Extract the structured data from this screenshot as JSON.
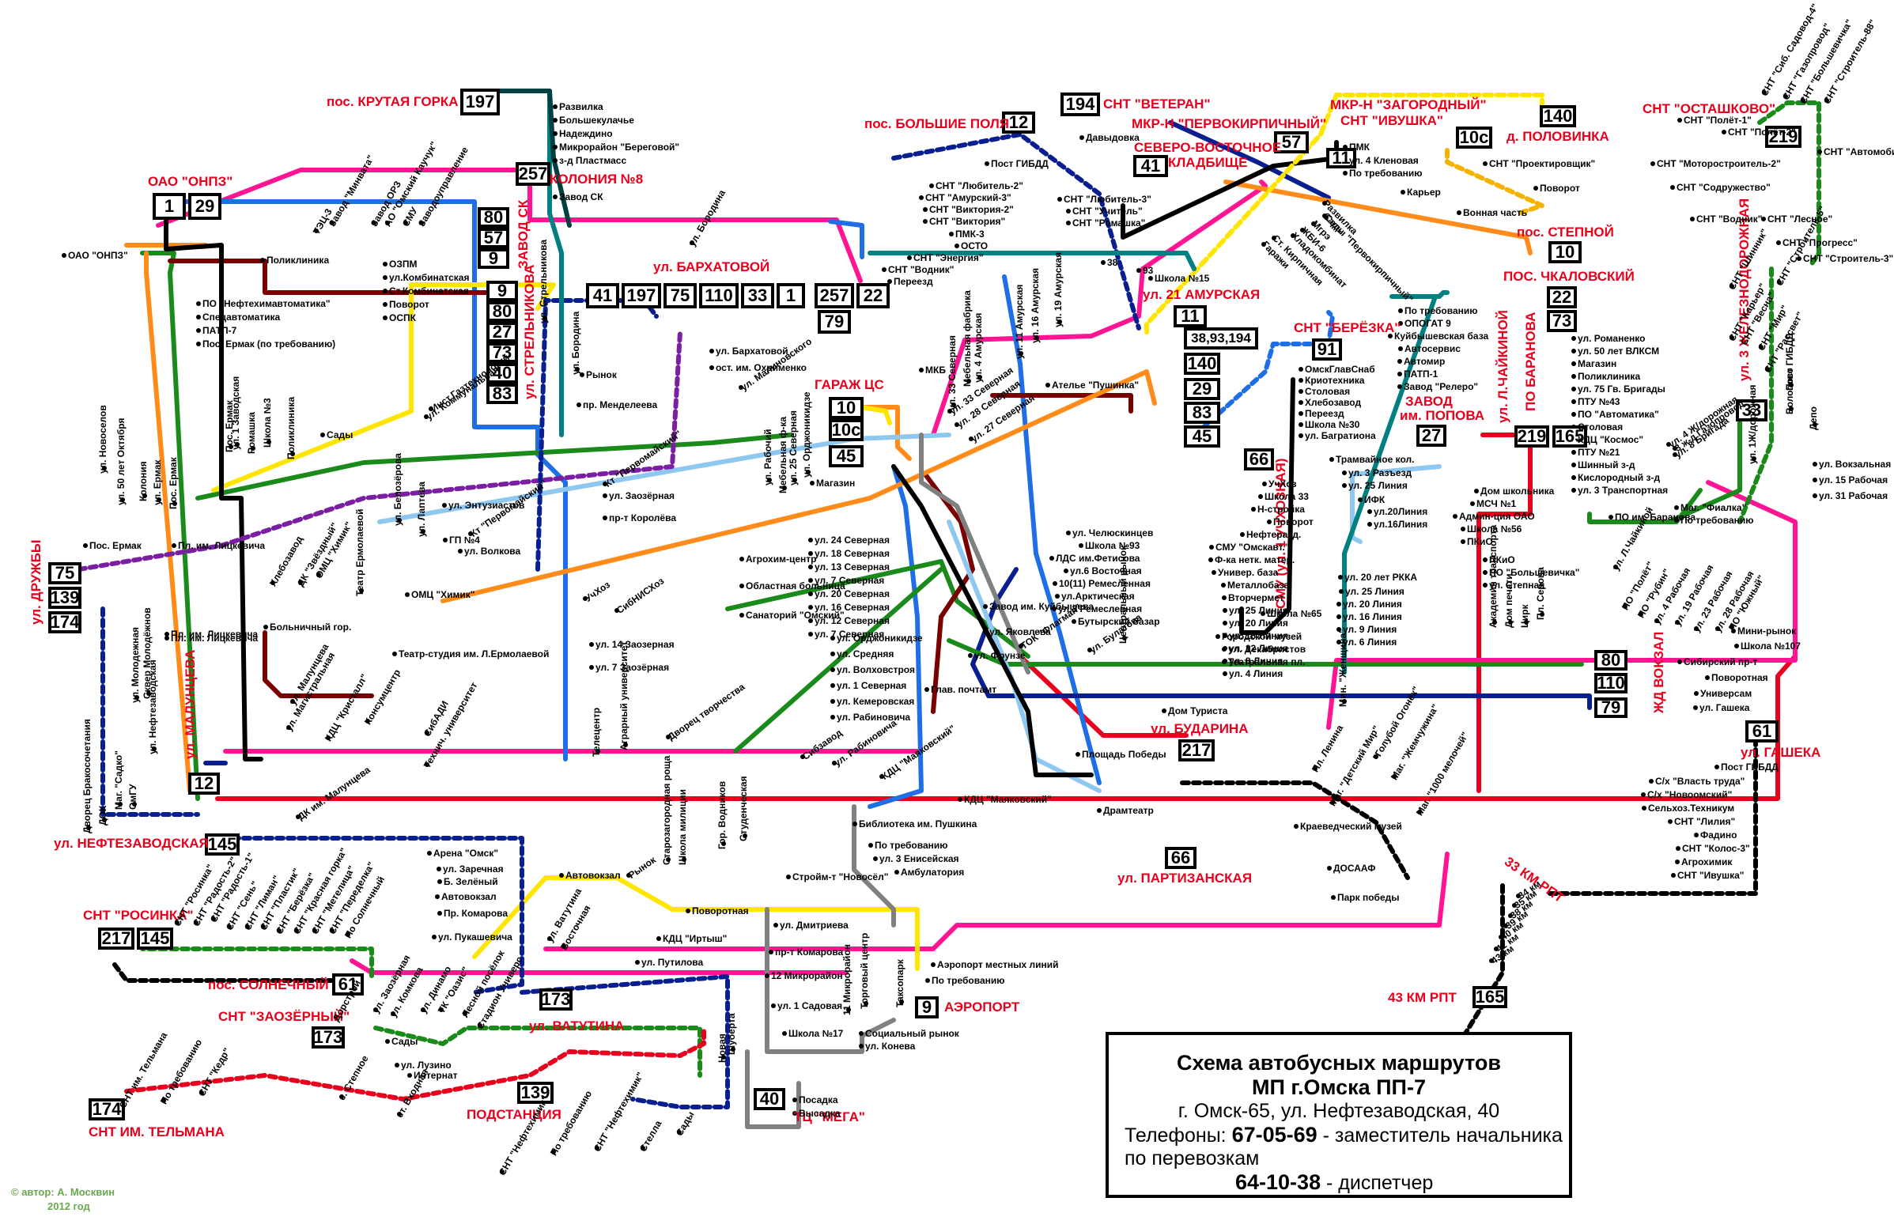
{
  "colors": {
    "red": "#e8001c",
    "pink": "#ff1493",
    "blue": "#1e6fe6",
    "navy": "#0a1f8f",
    "green": "#1a8a1a",
    "darkred": "#7a0000",
    "orange": "#ff8c1a",
    "yellow": "#ffe600",
    "lightblue": "#8ec8f0",
    "black": "#000000",
    "purple": "#7b1fa2",
    "teal": "#008080",
    "gray": "#808080",
    "amber": "#f5b300"
  },
  "title_block": {
    "line1": "Схема автобусных маршрутов",
    "line2": "МП г.Омска ПП-7",
    "line3": "г. Омск-65, ул. Нефтезаводская, 40",
    "phones_label": "Телефоны:",
    "phone1": "67-05-69",
    "phone1_desc": " - заместитель начальника по перевозкам",
    "phone2": "64-10-38",
    "phone2_desc": " - диспетчер"
  },
  "credit": {
    "author": "© автор: А. Москвин",
    "year": "2012 год"
  },
  "route_boxes": [
    {
      "t": "1"
    },
    {
      "t": "29"
    },
    {
      "t": "197"
    },
    {
      "t": "257"
    },
    {
      "t": "80"
    },
    {
      "t": "57"
    },
    {
      "t": "9"
    },
    {
      "t": "9"
    },
    {
      "t": "80"
    },
    {
      "t": "27"
    },
    {
      "t": "73"
    },
    {
      "t": "40"
    },
    {
      "t": "83"
    },
    {
      "t": "41"
    },
    {
      "t": "197"
    },
    {
      "t": "75"
    },
    {
      "t": "110"
    },
    {
      "t": "33"
    },
    {
      "t": "1"
    },
    {
      "t": "257"
    },
    {
      "t": "22"
    },
    {
      "t": "79"
    },
    {
      "t": "10"
    },
    {
      "t": "10с"
    },
    {
      "t": "45"
    },
    {
      "t": "194"
    },
    {
      "t": "12"
    },
    {
      "t": "41"
    },
    {
      "t": "57"
    },
    {
      "t": "11"
    },
    {
      "t": "10с"
    },
    {
      "t": "140"
    },
    {
      "t": "10"
    },
    {
      "t": "11"
    },
    {
      "t": "38,93,194"
    },
    {
      "t": "140"
    },
    {
      "t": "29"
    },
    {
      "t": "83"
    },
    {
      "t": "45"
    },
    {
      "t": "91"
    },
    {
      "t": "66"
    },
    {
      "t": "27"
    },
    {
      "t": "22"
    },
    {
      "t": "73"
    },
    {
      "t": "219"
    },
    {
      "t": "165"
    },
    {
      "t": "219"
    },
    {
      "t": "33"
    },
    {
      "t": "75"
    },
    {
      "t": "139"
    },
    {
      "t": "174"
    },
    {
      "t": "12"
    },
    {
      "t": "145"
    },
    {
      "t": "80"
    },
    {
      "t": "110"
    },
    {
      "t": "79"
    },
    {
      "t": "61"
    },
    {
      "t": "217"
    },
    {
      "t": "66"
    },
    {
      "t": "217"
    },
    {
      "t": "145"
    },
    {
      "t": "61"
    },
    {
      "t": "173"
    },
    {
      "t": "173"
    },
    {
      "t": "9"
    },
    {
      "t": "174"
    },
    {
      "t": "139"
    },
    {
      "t": "40"
    },
    {
      "t": "165"
    }
  ],
  "red_labels": [
    "пос. КРУТАЯ ГОРКА",
    "ОАО \"ОНПЗ\"",
    "КОЛОНИЯ №8",
    "ЗАВОД СК",
    "ул. СТРЕЛЬНИКОВА",
    "ул. БАРХАТОВОЙ",
    "ГАРАЖ ЦС",
    "пос. БОЛЬШИЕ ПОЛЯ",
    "СНТ \"ВЕТЕРАН\"",
    "МКР-Н \"ПЕРВОКИРПИЧНЫЙ\"",
    "СЕВЕРО-ВОСТОЧНОЕ",
    "КЛАДБИЩЕ",
    "МКР-Н \"ЗАГОРОДНЫЙ\"",
    "СНТ \"ИВУШКА\"",
    "д. ПОЛОВИНКА",
    "пос. СТЕПНОЙ",
    "ПОС. ЧКАЛОВСКИЙ",
    "ул. 21 АМУРСКАЯ",
    "СНТ \"БЕРЁЗКА\"",
    "ЗАВОД",
    "им. ПОПОВА",
    "ул. Л.ЧАЙКИНОЙ",
    "ПО БАРАНОВА",
    "СНТ \"ОСТАШКОВО\"",
    "ул. 3 ЖЕЛЕЗНОДОРОЖНАЯ",
    "ул. ДРУЖБЫ",
    "ул. МАЛУНЦЕВА",
    "ул. НЕФТЕЗАВОДСКАЯ",
    "СМУ (ул. 1 УЧХОЗНАЯ)",
    "ЖД ВОКЗАЛ",
    "ул. ГАШЕКА",
    "ул. БУДАРИНА",
    "ул. ПАРТИЗАНСКАЯ",
    "СНТ \"РОСИНКА\"",
    "пос. СОЛНЕЧНЫЙ",
    "СНТ \"ЗАОЗЁРНЫЙ\"",
    "ул. ВАТУТИНА",
    "АЭРОПОРТ",
    "СНТ ИМ. ТЕЛЬМАНА",
    "ПОДСТАНЦИЯ",
    "ТЦ \"МЕГА\"",
    "33 КМ РПТ",
    "43 КМ РПТ"
  ],
  "stops": [
    "Развилка",
    "Большекулачье",
    "Надеждино",
    "Микрорайон \"Береговой\"",
    "з-д Пластмасс",
    "Завод СК",
    "ОАО \"ОНПЗ\"",
    "Поликлиника",
    "ТЭЦ-3",
    "Завод \"Минвата\"",
    "Завод ОРЗ",
    "АО \"Омский Каучук\"",
    "СМУ",
    "Заводоуправление",
    "ОЗПМ",
    "ул.Комбинатская",
    "Ст.Комбинатская",
    "Поворот",
    "ОСПК",
    "ПО \"Нефтехимавтоматика\"",
    "Спецавтоматика",
    "ПАТП-7",
    "Пос. Ермак (по требованию)",
    "ул. Бородина",
    "ул. Стрельникова",
    "ул. Бородина",
    "Рынок",
    "пр. Менделеева",
    "ул. Бархатовой",
    "ост. им. Охрименко",
    "ул. Малиновского",
    "Пост ГИБДД",
    "СНТ \"Любитель-2\"",
    "СНТ \"Амурский-3\"",
    "СНТ \"Виктория-2\"",
    "СНТ \"Виктория\"",
    "ПМК-3",
    "ОСТО",
    "СНТ \"Энергия\"",
    "СНТ \"Водник\"",
    "Переезд",
    "Давыдовка",
    "СНТ \"Любитель-3\"",
    "СНТ \"Учитель\"",
    "СНТ \"Ромашка\"",
    "ПМК",
    "ул. 4 Кленовая",
    "По требованию",
    "Карьер",
    "Вонная часть",
    "СНТ \"Проектировщик\"",
    "Поворот",
    "Развилка",
    "Сады",
    "Мгрэ",
    "ЖБИ-6",
    "Хладокомбинат",
    "Сады \"Первокирпичный\"",
    "Гаражи",
    "Ст. Кирпичная",
    "Школа №15",
    "МКБ",
    "ул. 33 Северная",
    "ул. 4 Амурская",
    "ул. 11 Амурская",
    "ул. 16 Амурская",
    "ул. 19 Амурская",
    "Мебельная фабрика",
    "Ателье \"Пушинка\"",
    "ул. 33 Северная",
    "ул. 28 Северная",
    "ул. 27 Северная",
    "ОмскГлавСнаб",
    "Криотехника",
    "Столовая",
    "Хлебозавод",
    "Переезд",
    "Школа №30",
    "ул. Багратиона",
    "По требованию",
    "ОПОГАТ 9",
    "Куйбышевская база",
    "Автосервис",
    "Автомир",
    "ПАТП-1",
    "Завод \"Релеро\"",
    "ул. Романенко",
    "ул. 50 лет ВЛКСМ",
    "Магазин",
    "Поликлиника",
    "ул. 75 Гв. Бригады",
    "ПТУ №43",
    "ПО \"Автоматика\"",
    "Столовая",
    "КДЦ \"Космос\"",
    "ПТУ №21",
    "Шинный з-д",
    "Кислородный з-д",
    "ул. 3 Транспортная",
    "Маг. \"Фиалка\"",
    "По требованию",
    "ПО им. Баранова",
    "Трамвайное кол.",
    "ул. 3 Разъезд",
    "ул. 25 Линия",
    "ИФК",
    "ул.20Линия",
    "ул.16Линия",
    "Дом школьника",
    "МСЧ №1",
    "Админ-ция ОАО",
    "Школа №56",
    "ПКиО",
    "УчХоз",
    "Школа 33",
    "Н-стройка",
    "Поворот",
    "Нефтеразд.",
    "СМУ \"Омскавт.\"",
    "Ф-ка нетк. матер.",
    "Универ. база",
    "Металлобаза",
    "Вторчермет",
    "ул. 25 Линия",
    "ул. 20 Линия",
    "ул. 16 Линия",
    "ул. 12 Линия",
    "ул. 8 Линия",
    "ул. 4 Линия",
    "Школа №65",
    "ул. 20 лет РККА",
    "ул. 25 Линия",
    "ул. 20 Линия",
    "ул. 16 Линия",
    "ул. 9 Линия",
    "ул. 6 Линия",
    "Городской музей",
    "ул. Декабристов",
    "Театральная пл.",
    "ПКиО",
    "ПО \"Большевичка\"",
    "ул. Степная",
    "Академия транспорта",
    "Дом печати",
    "Цирк",
    "Пл. Серова",
    "ул. Челюскинцев",
    "Школа №93",
    "ЛДС им.Фетисова",
    "ул.6 Восточная",
    "10(11) Ремесленная",
    "ул.Арктическая",
    "ул.3 Ремесленная",
    "Бутырский базар",
    "ул. 24 Северная",
    "ул. 18 Северная",
    "ул. 13 Северная",
    "ул. 7 Северная",
    "ул. 20 Северная",
    "ул. 16 Северная",
    "ул. 12 Северная",
    "ул. 7 Северная",
    "Агрохим-центр",
    "Областная больница",
    "Санаторий \"Омский\"",
    "Кт \"Первомайский\"",
    "ул. Заозёрная",
    "пр-т Королёва",
    "ул. Рабочий",
    "Мебельная ф-ка",
    "ул. 25 Северная",
    "ул. Орджоникидзе",
    "Магазин",
    "УчХоз",
    "СибНИСХоз",
    "ул. 14 Заозерная",
    "ул. 7 Заозёрная",
    "ул. Орджоникидзе",
    "ул. Средняя",
    "ул. Волховстроя",
    "ул. 1 Северная",
    "ул. Кемеровская",
    "ул. Рабиновича",
    "Завод им. Куйбышева",
    "ул. Яковлева",
    "ТОК \"Флагман\"",
    "ул. Булатова",
    "Центральный рынок",
    "Глав. почтамт",
    "ул. Фрунзе",
    "Дом Туриста",
    "Площадь Победы",
    "Драмтеатр",
    "Краеведческий музей",
    "ДОСААФ",
    "Парк победы",
    "Телецентр",
    "Аграрный университет",
    "Дворец творчества",
    "Сибзавод",
    "ул. Рабиновича",
    "КДЦ \"Маяковский\"",
    "КДЦ \"Маяковский\"",
    "ул. Энтузиастов",
    "Кт \"Первомайский\"",
    "ул. Волкова",
    "ГП №4",
    "ул. Белозёрова",
    "ул. Лаптева",
    "Инст.Газтехнологий",
    "ул. Коммунальная",
    "Сады",
    "Пос. Ермак",
    "ул. 1 Заводская",
    "Ромашка",
    "Школа №3",
    "Поликлиника",
    "Пл. им. Лицкевича",
    "Хлебозавод",
    "ДК \"Звёздный\"",
    "ОМЦ \"Химик\"",
    "ОМЦ \"Химик\"",
    "Театр Ермолаевой",
    "Больничный гор.",
    "Театр-студия им. Л.Ермолаевой",
    "ул. Малунцева",
    "ул. Магистральная",
    "КДЦ \"Кристалл\"",
    "Консумцентр",
    "СибАДИ",
    "Технич. университет",
    "ДК им. Малунцева",
    "ул. Новоселов",
    "ул. 50 лет Октября",
    "Колония",
    "ул. Ермак",
    "Пос. Ермак",
    "Пос. Ермак",
    "Пл. им. Лицкевича",
    "ул. Молодежная",
    "Сквер Молодёжнов",
    "Пл. им. Лицкевича",
    "Дворец Бракосочетания",
    "ДОК",
    "Маг. \"Садко\"",
    "ОмГУ",
    "ул. Нефтезаводская",
    "ул. 4 Ж/дорожная",
    "3 ж-д Газопровод",
    "ул. 8 Бригада",
    "ул. 1Ж/дорожная",
    "ул. Л.Чайкиной",
    "ПО \"Полёт\"",
    "ПО \"Рубин\"",
    "ул. 4 Рабочая",
    "ул. 19 Рабочая",
    "ул. 23 Рабочая",
    "ул. 28 Рабочая",
    "ПО \"Южный\"",
    "Мини-рынок",
    "Школа №107",
    "Сибирский пр-т",
    "Поворотная",
    "Универсам",
    "ул. Гашека",
    "Пост ГИБДД",
    "С/х \"Власть труда\"",
    "С/х \"Новоомский\"",
    "Сельхоз.Техникум",
    "СНТ \"Лилия\"",
    "Фадино",
    "СНТ \"Колос-3\"",
    "Агрохимик",
    "СНТ \"Ивушка\"",
    "34 км",
    "35 км",
    "38 км",
    "39 км",
    "40 км",
    "42 км",
    "43 км",
    "Арена \"Омск\"",
    "ул. Заречная",
    "Б. Зелёный",
    "Автовокзал",
    "Пр. Комарова",
    "ул. Пукашевича",
    "Автовокзал",
    "Рынок",
    "Старозагородная роща",
    "Школа милиции",
    "Гор. Водников",
    "Студенческая",
    "ул. Ватутина",
    "Восточная",
    "Поворотная",
    "КДЦ \"Иртыш\"",
    "ул. Путилова",
    "Библиотека им. Пушкина",
    "По требованию",
    "ул. 3 Енисейская",
    "Амбулатория",
    "Стройм-т \"Новосёл\"",
    "ул. Дмитриева",
    "пр-т Комарова",
    "12 Микрорайон",
    "ул. 1 Садовая",
    "Школа №17",
    "11 Микрорайон",
    "Торговый центр",
    "Таксопарк",
    "Социальный рынок",
    "ул. Конева",
    "Аэропорт местных линий",
    "По требованию",
    "Посадка",
    "Высадка",
    "Мин. \"Женщина\"",
    "Пл. Ленина",
    "Маг. \"Детский Мир\"",
    "\"Голубой Огонёк\"",
    "Маг. \"Жемчужина\"",
    "Маг. \"1000 мелочей\"",
    "СНТ \"Росинка\"",
    "СНТ \"Радость-2\"",
    "СНТ \"Радость-1\"",
    "СНТ \"Сень\"",
    "СНТ \"Лиман\"",
    "СНТ \"Пластик\"",
    "СНТ \"Берёзка\"",
    "СНТ \"Красная горка\"",
    "СНТ \"Метелица\"",
    "СНТ \"Переделка\"",
    "По Солнечный",
    "Дорстрой",
    "ул. Заозёрная",
    "ул. Комкова",
    "ул. Динамо",
    "ТК \"Оазис\"",
    "Лесной посёлок",
    "Сады",
    "ул. Лузино",
    "Интернат",
    "Стадион Универс",
    "с. Степное",
    "СНТ им. Тельмана",
    "По требованию",
    "СНТ \"Кедр\"",
    "ст. Входная",
    "СНТ \"Нефтехимик\"",
    "По требованию",
    "СНТ \"Нефтехимик\"",
    "Стелла",
    "Сады",
    "Новая",
    "Шуберта",
    "СНТ \"Полёт-1\"",
    "СНТ \"Полёт-2\"",
    "СНТ \"Моторостроитель-2\"",
    "СНТ \"Содружество\"",
    "СНТ \"Водник\"",
    "СНТ \"Сиб. Садовод-4\"",
    "СНТ \"Газопровод\"",
    "СНТ \"Большевичка\"",
    "СНТ \"Строитель-88\"",
    "СНТ \"Автомобилист\"",
    "СНТ \"Лесное\"",
    "СНТ \"Прогресс\"",
    "СНТ \"Строитель-3\"",
    "СНТ \"Шинник\"",
    "СНТ \"Строитель-5\"",
    "СНТ \"Карьер\"",
    "СНТ \"Весна\"",
    "СНТ \"Мир\"",
    "СНТ \"Рассвет\"",
    "Пост ГИБДД",
    "Волосово",
    "Депо",
    "ул. Вокзальная",
    "ул. 15 Рабочая",
    "ул. 31 Рабочая",
    "38",
    "93"
  ]
}
